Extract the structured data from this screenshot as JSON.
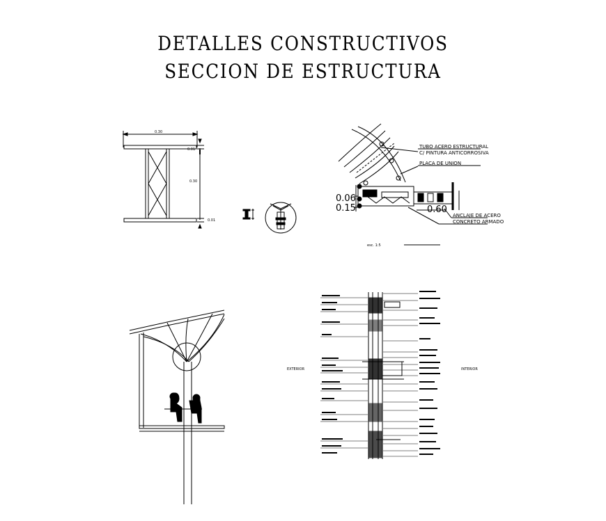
{
  "title": {
    "line1": "DETALLES CONSTRUCTIVOS",
    "line2": "SECCION DE ESTRUCTURA"
  },
  "beam_detail": {
    "width_dim": "0.30",
    "height_dim": "0.30",
    "flange_top": "0.01",
    "flange_bottom": "0.01"
  },
  "joint_detail": {
    "dim_06": "0.06",
    "dim_15": "0.15",
    "dim_60": "0.60",
    "scale": "esc. 1:5"
  },
  "wall_section": {
    "exterior_label": "EXTERIOR",
    "interior_label": "INTERIOR"
  }
}
